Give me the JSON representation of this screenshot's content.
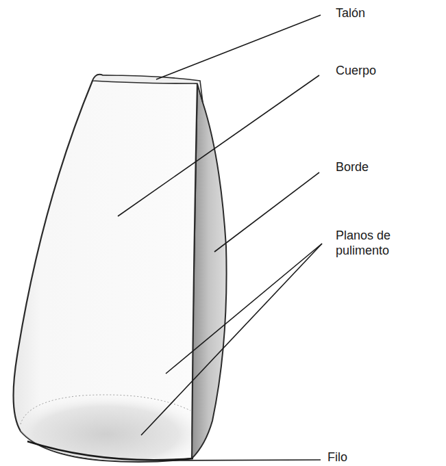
{
  "diagram": {
    "labels": [
      "Talón",
      "Cuerpo",
      "Borde",
      "Planos de pulimento",
      "Filo"
    ]
  }
}
